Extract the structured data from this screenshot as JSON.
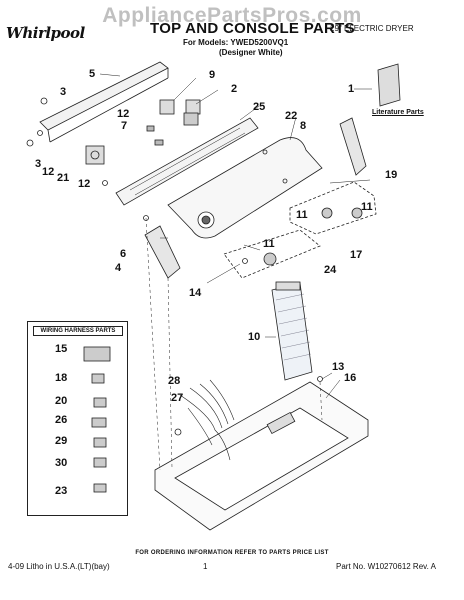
{
  "watermark": "AppliancePartsPros.com",
  "header": {
    "brand": "Whirlpool",
    "title": "TOP AND CONSOLE PARTS",
    "models_line1": "For Models: YWED5200VQ1",
    "models_line2": "(Designer White)",
    "product": "29\" ELECTRIC DRYER"
  },
  "literature_label": "Literature Parts",
  "wiring_harness_title": "WIRING HARNESS PARTS",
  "callouts": [
    {
      "id": "c5",
      "text": "5"
    },
    {
      "id": "c3a",
      "text": "3"
    },
    {
      "id": "c9",
      "text": "9"
    },
    {
      "id": "c2",
      "text": "2"
    },
    {
      "id": "c1",
      "text": "1"
    },
    {
      "id": "c25",
      "text": "25"
    },
    {
      "id": "c12a",
      "text": "12"
    },
    {
      "id": "c7",
      "text": "7"
    },
    {
      "id": "c22",
      "text": "22"
    },
    {
      "id": "c8",
      "text": "8"
    },
    {
      "id": "c3b",
      "text": "3"
    },
    {
      "id": "c12b",
      "text": "12"
    },
    {
      "id": "c21",
      "text": "21"
    },
    {
      "id": "c12c",
      "text": "12"
    },
    {
      "id": "c19",
      "text": "19"
    },
    {
      "id": "c11a",
      "text": "11"
    },
    {
      "id": "c11b",
      "text": "11"
    },
    {
      "id": "c6",
      "text": "6"
    },
    {
      "id": "c4",
      "text": "4"
    },
    {
      "id": "c11c",
      "text": "11"
    },
    {
      "id": "c17",
      "text": "17"
    },
    {
      "id": "c24",
      "text": "24"
    },
    {
      "id": "c14",
      "text": "14"
    },
    {
      "id": "c10",
      "text": "10"
    },
    {
      "id": "c15",
      "text": "15"
    },
    {
      "id": "c18",
      "text": "18"
    },
    {
      "id": "c28",
      "text": "28"
    },
    {
      "id": "c13",
      "text": "13"
    },
    {
      "id": "c16",
      "text": "16"
    },
    {
      "id": "c20",
      "text": "20"
    },
    {
      "id": "c27",
      "text": "27"
    },
    {
      "id": "c26",
      "text": "26"
    },
    {
      "id": "c29",
      "text": "29"
    },
    {
      "id": "c30",
      "text": "30"
    },
    {
      "id": "c23",
      "text": "23"
    }
  ],
  "footer": {
    "ordering_note": "FOR ORDERING INFORMATION REFER TO PARTS PRICE LIST",
    "litho": "4-09 Litho in U.S.A.(LT)(bay)",
    "page": "1",
    "part_no": "Part No. W10270612 Rev. A"
  }
}
